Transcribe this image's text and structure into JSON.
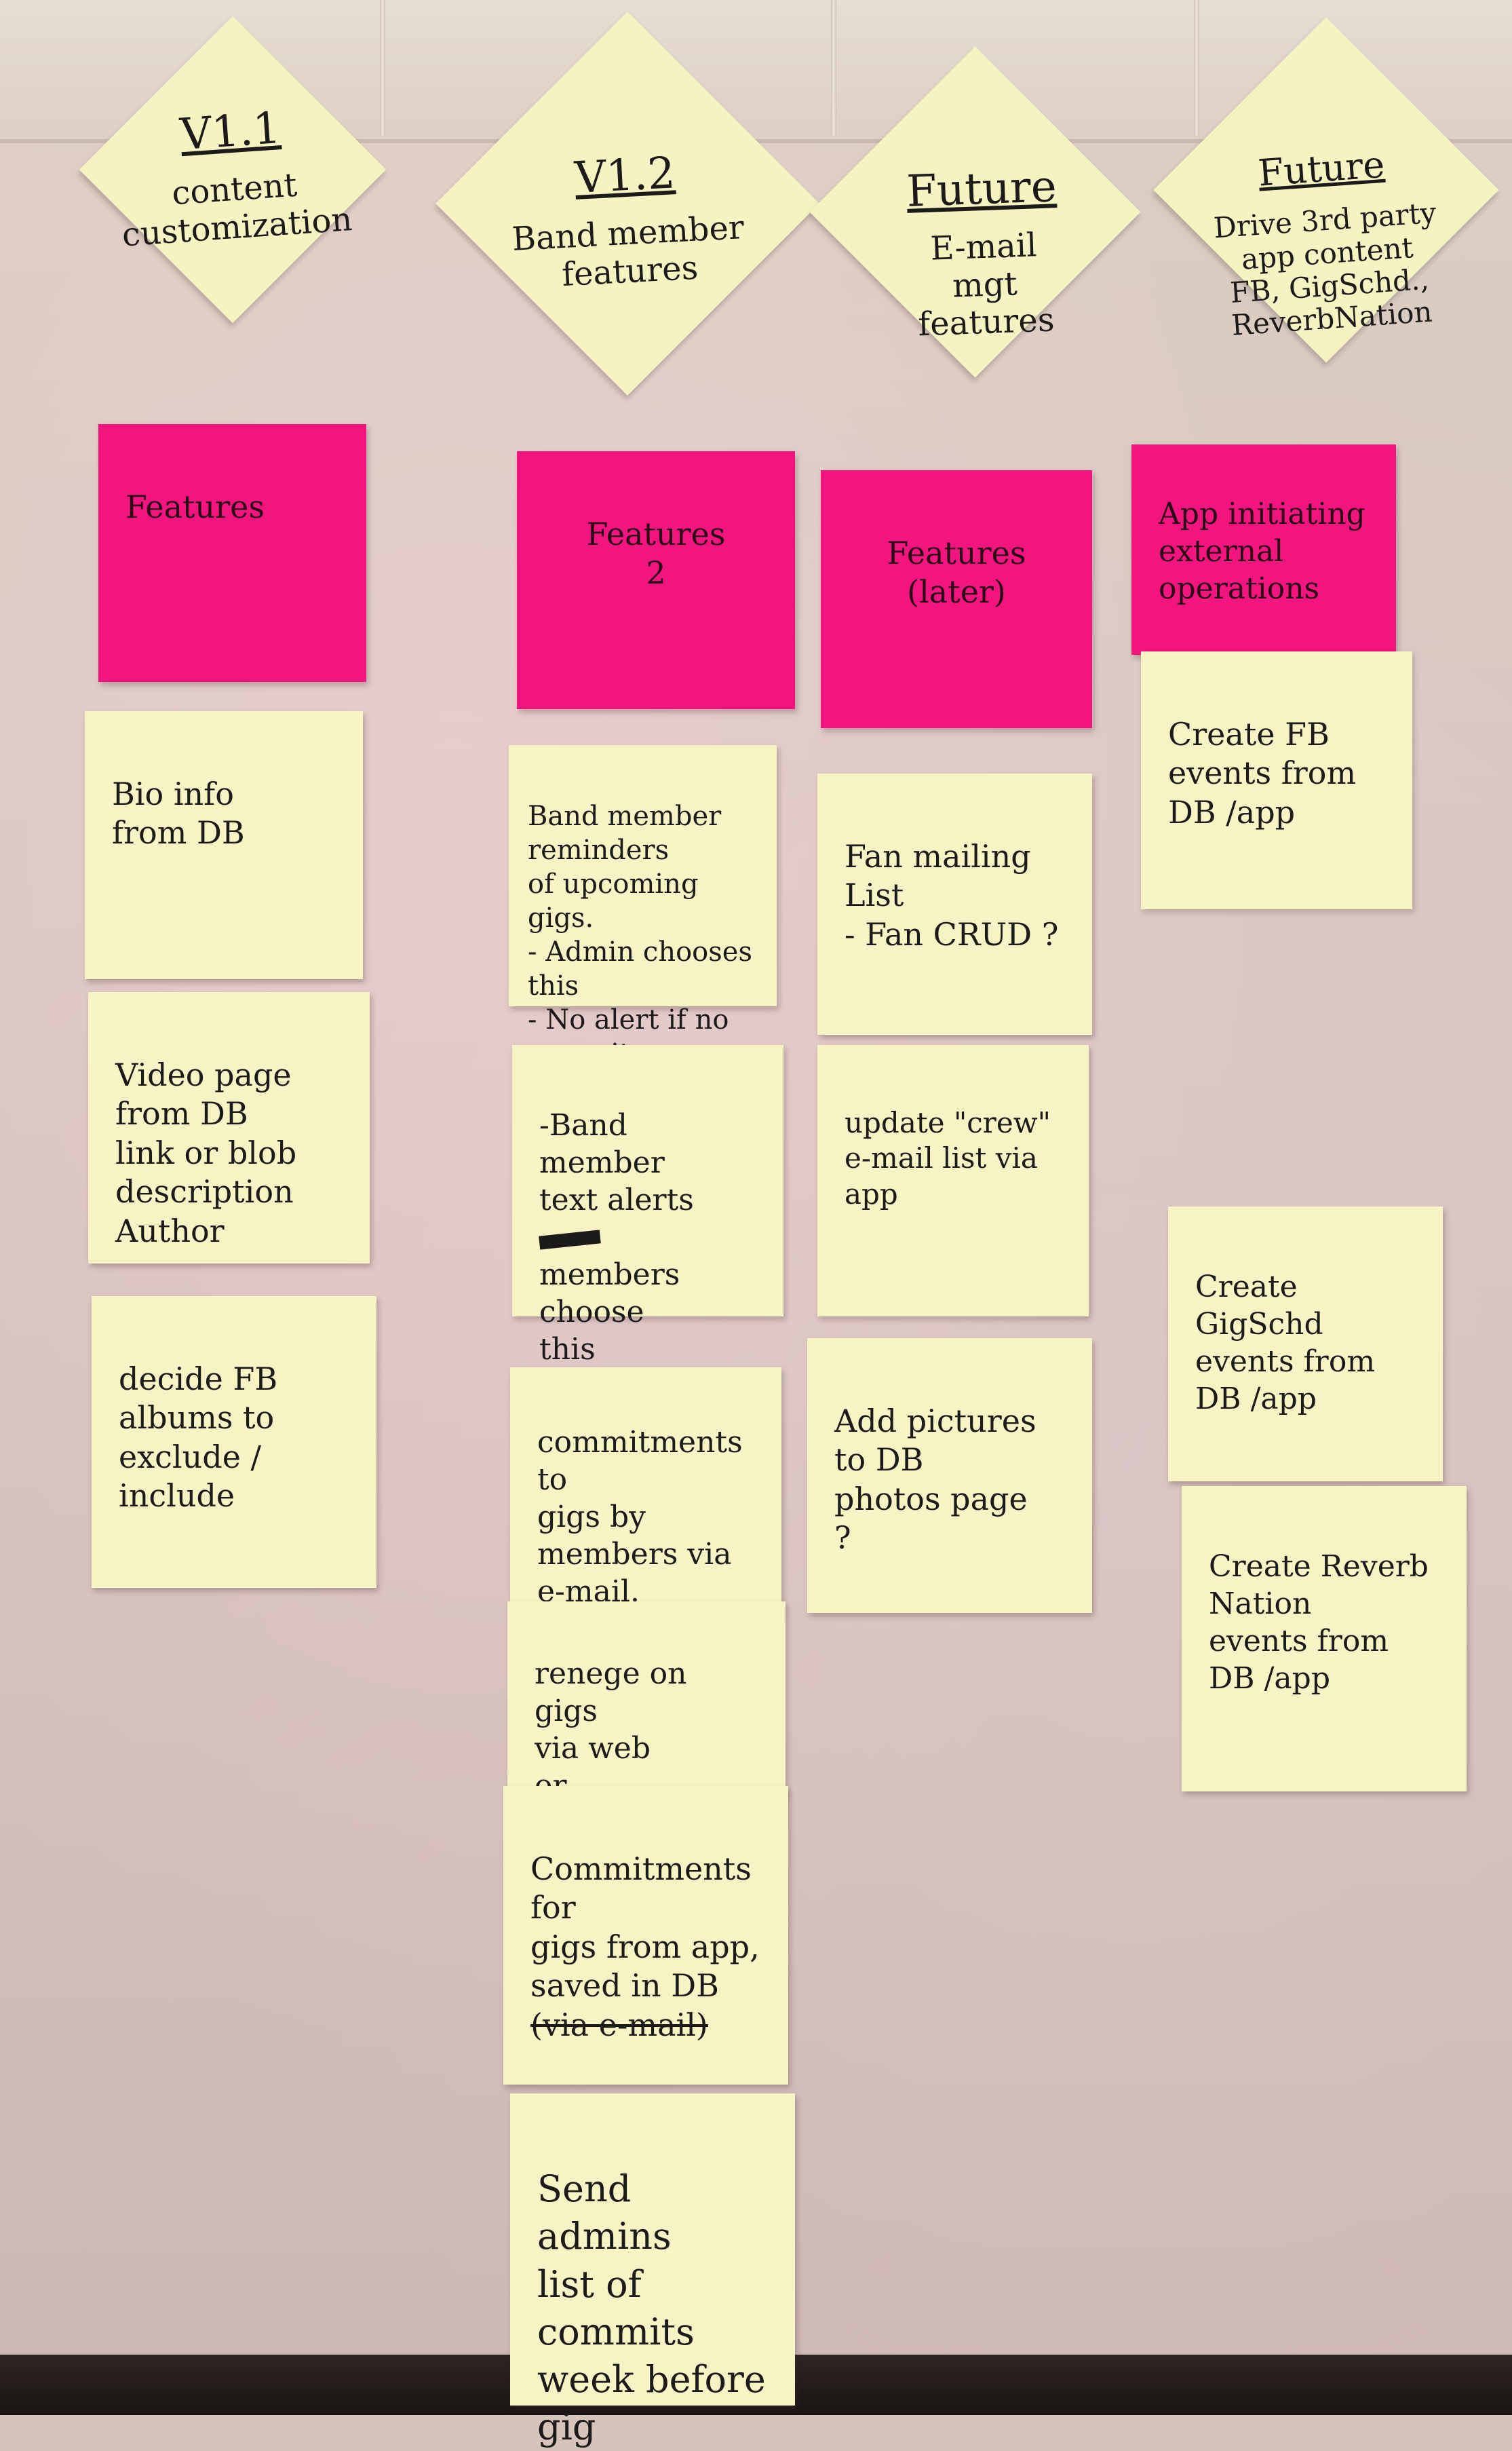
{
  "columns": [
    {
      "header": {
        "title": "V1.1",
        "subtitle": "content\ncustomization"
      },
      "category": "Features",
      "notes": [
        {
          "text": "Bio info\nfrom DB"
        },
        {
          "text": "Video page\nfrom DB\nlink or blob\ndescription\nAuthor"
        },
        {
          "text": "decide FB\nalbums to\nexclude / include"
        }
      ]
    },
    {
      "header": {
        "title": "V1.2",
        "subtitle": "Band member\nfeatures"
      },
      "category": "Features\n2",
      "notes": [
        {
          "text": "Band member\nreminders\nof upcoming\ngigs.\n- Admin chooses this\n- No alert if no commit"
        },
        {
          "text_before": "-Band member\ntext alerts\n",
          "text_after": "members choose\nthis"
        },
        {
          "text": "commitments\nto\ngigs by\nmembers via\ne-mail."
        },
        {
          "text": "renege on gigs\nvia web\nor\ne-mail"
        },
        {
          "text": "Commitments\nfor\ngigs from app,\nsaved in DB",
          "struck": "(via e-mail)"
        },
        {
          "text": "Send admins\nlist of commits\nweek before\ngig"
        }
      ]
    },
    {
      "header": {
        "title": "Future",
        "subtitle": "E-mail\nmgt\nfeatures"
      },
      "category": "Features\n(later)",
      "notes": [
        {
          "text": "Fan mailing\nList\n- Fan CRUD ?"
        },
        {
          "text": "update \"crew\"\ne-mail list via\napp"
        },
        {
          "text": "Add pictures\nto DB\nphotos page\n?"
        }
      ]
    },
    {
      "header": {
        "title": "Future",
        "subtitle": "Drive 3rd party\napp content\nFB, GigSchd.,\nReverbNation"
      },
      "category": "App initiating\nexternal\noperations",
      "notes": [
        {
          "text": "Create FB\nevents from\nDB /app"
        },
        {
          "text": "Create GigSchd\nevents from\nDB /app"
        },
        {
          "text": "Create Reverb\nNation\nevents from\nDB /app"
        }
      ]
    }
  ],
  "colors": {
    "yellow_note": "#f7f3c4",
    "pink_note": "#f2147f",
    "board": "#d6c3ba"
  }
}
